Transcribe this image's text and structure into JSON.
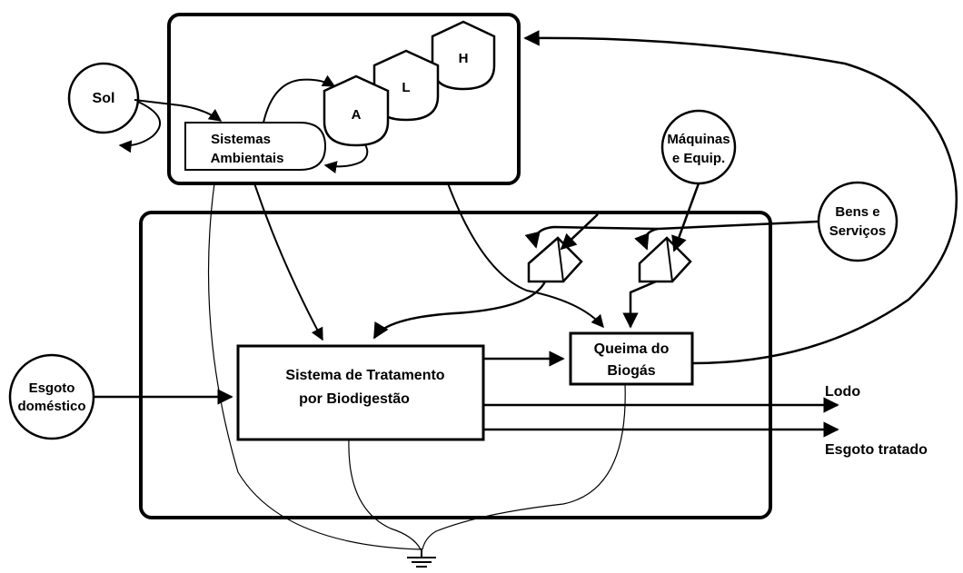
{
  "sources": {
    "sol": "Sol",
    "maquinas": [
      "Máquinas",
      "e Equip."
    ],
    "bens": [
      "Bens e",
      "Serviços"
    ],
    "esgoto": [
      "Esgoto",
      "doméstico"
    ]
  },
  "storages": {
    "a": "A",
    "l": "L",
    "h": "H"
  },
  "boxes": {
    "sistemas_ambientais": [
      "Sistemas",
      "Ambientais"
    ],
    "tratamento": [
      "Sistema de Tratamento",
      "por  Biodigestão"
    ],
    "queima": [
      "Queima do",
      "Biogás"
    ]
  },
  "outputs": {
    "lodo": "Lodo",
    "esgoto_tratado": "Esgoto tratado"
  }
}
